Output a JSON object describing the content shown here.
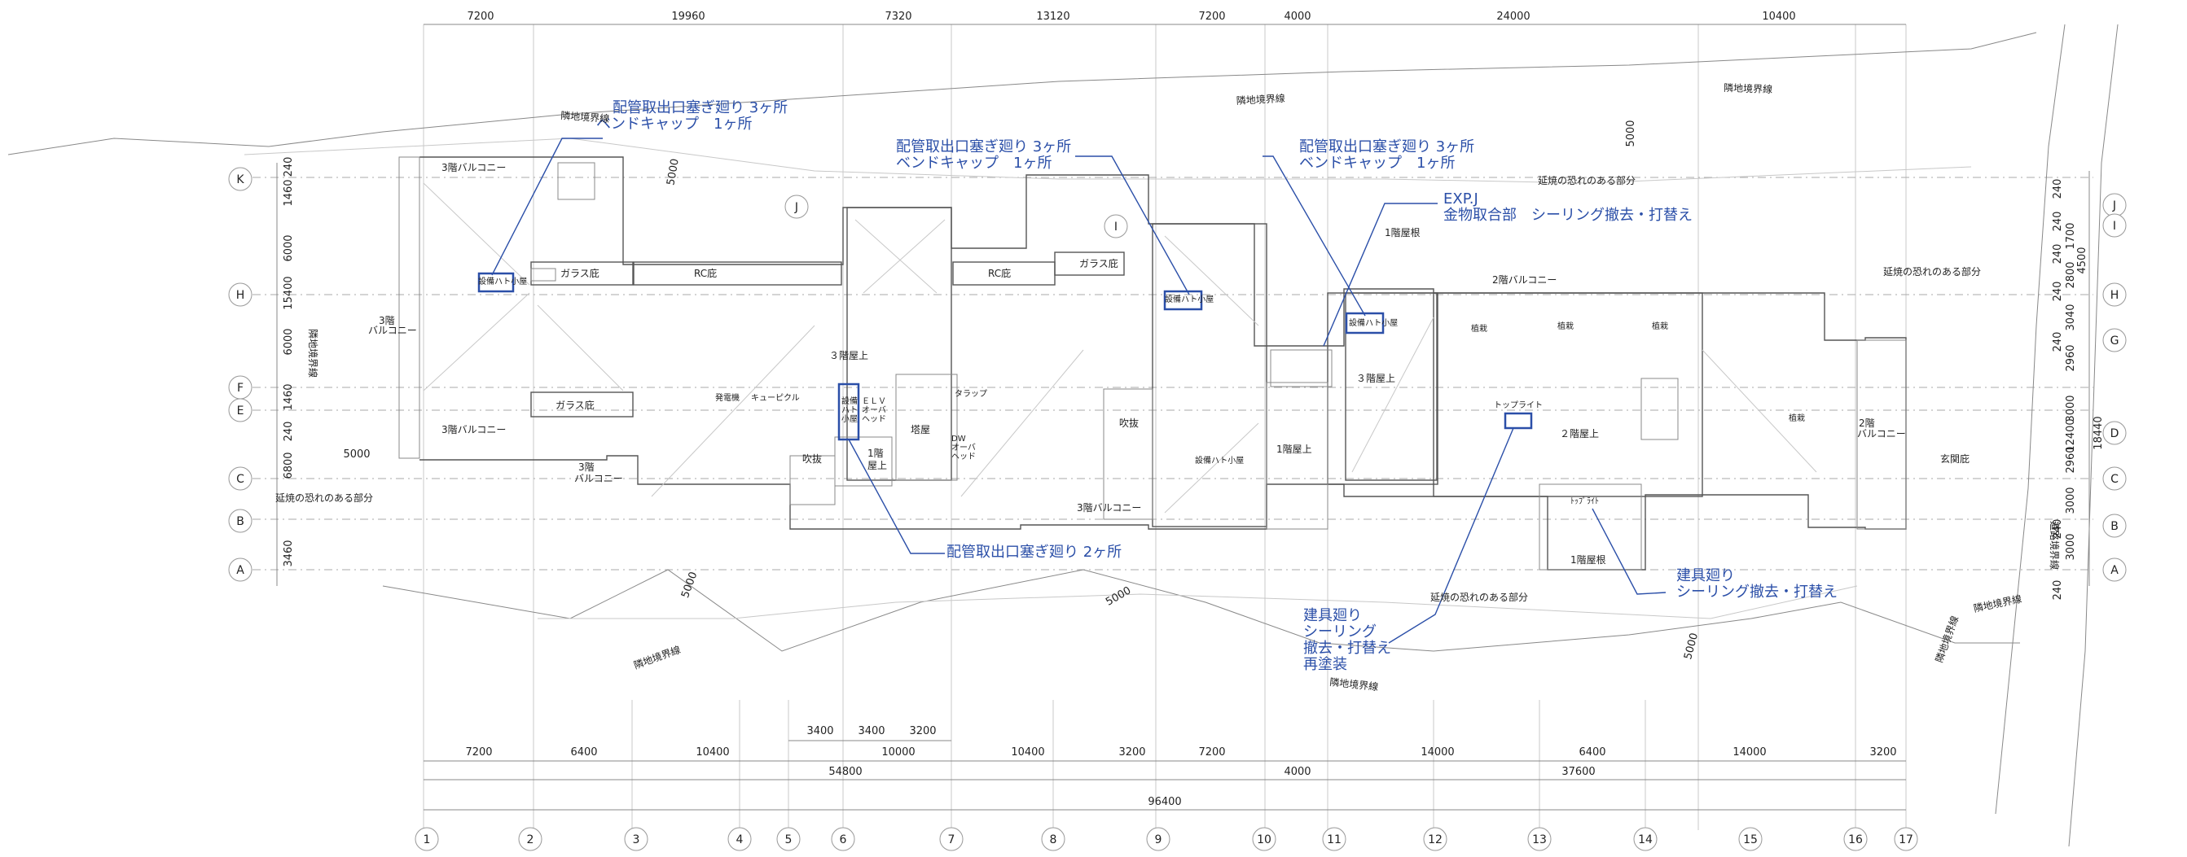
{
  "dimensions": {
    "top": [
      "7200",
      "19960",
      "7320",
      "13120",
      "7200",
      "4000",
      "24000",
      "10400"
    ],
    "bottom_row1": [
      "7200",
      "6400",
      "10400",
      "10000",
      "10400",
      "3200",
      "7200",
      "14000",
      "6400",
      "14000",
      "3200"
    ],
    "bottom_sub": [
      "3400",
      "3400",
      "3200"
    ],
    "bottom_row2": [
      "54800",
      "4000",
      "37600"
    ],
    "total": "96400",
    "left": [
      "240",
      "1460",
      "6000",
      "15400",
      "6000",
      "1460",
      "240",
      "6800",
      "3460"
    ],
    "right": [
      "240",
      "240",
      "1700",
      "240",
      "4500",
      "2800",
      "240",
      "3040",
      "240",
      "2960",
      "3000",
      "12400",
      "18440",
      "2960",
      "3000",
      "240",
      "3000",
      "240"
    ],
    "misc": [
      "5000",
      "5000",
      "5000",
      "5000",
      "5000",
      "5000"
    ]
  },
  "grid": {
    "columns": [
      "1",
      "2",
      "3",
      "4",
      "5",
      "6",
      "7",
      "8",
      "9",
      "10",
      "11",
      "12",
      "13",
      "14",
      "15",
      "16",
      "17"
    ],
    "rows_left": [
      "K",
      "H",
      "F",
      "E",
      "C",
      "B",
      "A"
    ],
    "rows_right": [
      "J",
      "I",
      "H",
      "G",
      "D",
      "C",
      "B",
      "A"
    ],
    "interior": [
      "J",
      "I"
    ]
  },
  "labels": {
    "boundary": [
      "隣地境界線",
      "隣地境界線",
      "隣地境界線",
      "隣地境界線",
      "隣地境界線",
      "隣地境界線",
      "隣地境界線",
      "隣地境界線",
      "道路境界線"
    ],
    "fire": [
      "延焼の恐れのある部分",
      "延焼の恐れのある部分",
      "延焼の恐れのある部分",
      "延焼の恐れのある部分"
    ],
    "balcony_3f_top": "3階バルコニー",
    "balcony_3f_bot": "3階バルコニー",
    "balcony_3f_left": [
      "3階",
      "バルコニー"
    ],
    "balcony_3f_mid": [
      "3階",
      "バルコニー"
    ],
    "balcony_3f_low": "3階バルコニー",
    "balcony_2f": "2階バルコニー",
    "balcony_2f_right": [
      "2階",
      "バルコニー"
    ],
    "glass_canopy": [
      "ガラス庇",
      "ガラス庇",
      "ガラス庇"
    ],
    "rc_canopy": [
      "RC庇",
      "RC庇"
    ],
    "roof_3f": "３階屋上",
    "roof_3f_b": "３階屋上",
    "roof_2f": "２階屋上",
    "roof_1f": "1階屋上",
    "roof_1f_root": "1階屋根",
    "roof_1f_root_b": "1階屋根",
    "roof_1f_small": [
      "1階",
      "屋上"
    ],
    "void": [
      "吹抜",
      "吹抜"
    ],
    "tower": "塔屋",
    "generator": "発電機",
    "cubicle": "キューピクル",
    "elv": [
      "ＥＬＶ",
      "オーバ",
      "ヘッド"
    ],
    "dw": [
      "DW",
      "オーバ",
      "ヘッド"
    ],
    "equip_box": [
      "設備",
      "ハト",
      "小屋"
    ],
    "trap": "タラップ",
    "hut": [
      "設備ハト小屋",
      "設備ハト小屋",
      "設備ハト小屋",
      "設備ハト小屋"
    ],
    "planter": [
      "植栽",
      "植栽",
      "植栽",
      "植栽"
    ],
    "toplight": [
      "トップライト",
      "ﾄｯﾌﾟﾗｲﾄ"
    ],
    "entrance_canopy": "玄関庇"
  },
  "notes": {
    "n1": [
      "配管取出口塞ぎ廻り 3ヶ所",
      "ベンドキャップ　1ヶ所"
    ],
    "n2": [
      "配管取出口塞ぎ廻り 3ヶ所",
      "ベンドキャップ　1ヶ所"
    ],
    "n3": [
      "配管取出口塞ぎ廻り 3ヶ所",
      "ベンドキャップ　1ヶ所"
    ],
    "n4": [
      "EXP.J",
      "金物取合部　シーリング撤去・打替え"
    ],
    "n5": "配管取出口塞ぎ廻り 2ヶ所",
    "n6": [
      "建具廻り",
      "シーリング",
      "撤去・打替え",
      "再塗装"
    ],
    "n7": [
      "建具廻り",
      "シーリング撤去・打替え"
    ]
  },
  "colors": {
    "note": "#2b4fa8",
    "line": "#555555",
    "grid": "#aaaaaa"
  }
}
